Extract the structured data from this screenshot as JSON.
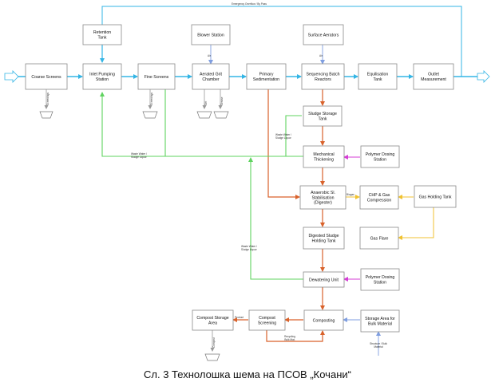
{
  "caption": "Сл. 3 Технолошка шема на ПСОВ „Кочани“",
  "boxes": {
    "retention": [
      "Retention",
      "Tank"
    ],
    "blower": [
      "Blower Station"
    ],
    "surface": [
      "Surface Aerators"
    ],
    "coarse": [
      "Coarse Screens"
    ],
    "inlet": [
      "Inlet Pumping",
      "Station"
    ],
    "fine": [
      "Fine Screens"
    ],
    "grit": [
      "Aerated Grit",
      "Chamber"
    ],
    "primary": [
      "Primary",
      "Sedimentation"
    ],
    "sbr": [
      "Sequencing Batch",
      "Reactors"
    ],
    "equal": [
      "Equilisation",
      "Tank"
    ],
    "outlet": [
      "Outlet",
      "Measurement"
    ],
    "sludge_storage": [
      "Sludge Storage",
      "Tank"
    ],
    "mech": [
      "Mechanical",
      "Thickening"
    ],
    "poly1": [
      "Polymer Dosing",
      "Station"
    ],
    "digester": [
      "Anaerobic Sl.",
      "Stabilisation",
      "(Digester)"
    ],
    "chp": [
      "CHP & Gas",
      "Compression"
    ],
    "gasholder": [
      "Gas Holding Tank"
    ],
    "digested": [
      "Digested Sludge",
      "Holding Tank"
    ],
    "gasflare": [
      "Gas Flare"
    ],
    "dewater": [
      "Dewatering Unit"
    ],
    "poly2": [
      "Polymer Dosing",
      "Station"
    ],
    "compost_area": [
      "Compost Storage",
      "Area"
    ],
    "compost_screen": [
      "Compost",
      "Screening"
    ],
    "composting": [
      "Composting"
    ],
    "bulk": [
      "Storage Area for",
      "Bulk Material"
    ]
  },
  "labels": {
    "overflow": "Emergency Overflow / By Pass",
    "air1": "Air",
    "air2": "Air",
    "biogas": "Biogas",
    "waste_water_1": [
      "Waste Water /",
      "Sludge Liquor"
    ],
    "waste_water_2": [
      "Waste Water /",
      "Sludge Liquor"
    ],
    "waste_water_3": [
      "Waste Water /",
      "Sludge Liquor"
    ],
    "recycling": [
      "Recycling",
      "Bulk Mat."
    ],
    "structure": [
      "Structure / Bulk",
      "Material"
    ],
    "product": "Product",
    "screenings_1": "Screenings",
    "screenings_2": "Screenings",
    "grit": "Grit",
    "grease": "Grease",
    "compost_out": "Compost"
  },
  "colors": {
    "water": "#33b5e5",
    "sludge": "#d9622b",
    "liquor": "#5fd35f",
    "polymer": "#d63cd6",
    "gas": "#f0c230",
    "bulk": "#7f9ee0",
    "air": "#7f9ee0",
    "waste": "#999999"
  }
}
